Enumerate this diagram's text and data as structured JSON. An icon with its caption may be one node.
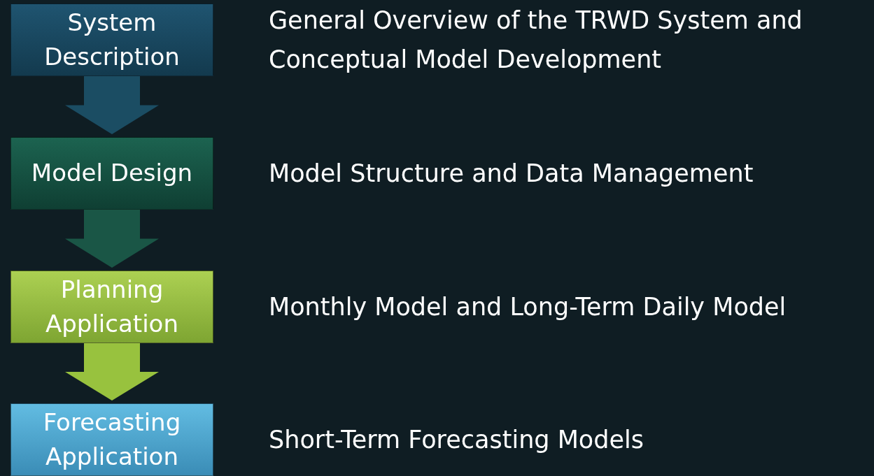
{
  "diagram": {
    "nodes": [
      {
        "text": [
          "System Description"
        ],
        "beside": [
          "General Overview of the TRWD System and Conceptual Model Development"
        ]
      },
      {
        "text": [
          "Model Design"
        ],
        "beside": [
          "Model Structure and Data Management"
        ]
      },
      {
        "text": [
          "Planning Application"
        ],
        "beside": [
          "Monthly Model and Long-Term Daily Model"
        ]
      },
      {
        "text": [
          "Forecasting Application"
        ],
        "beside": [
          "Short-Term Forecasting Models"
        ]
      }
    ],
    "edges": [
      {
        "from": 0,
        "to": 1,
        "arrow": "to",
        "style": "thick",
        "color": "#1b4d63"
      },
      {
        "from": 1,
        "to": 2,
        "arrow": "to",
        "style": "thick",
        "color": "#1a5646"
      },
      {
        "from": 2,
        "to": 3,
        "arrow": "to",
        "style": "thick",
        "color": "#98c23e"
      }
    ]
  }
}
